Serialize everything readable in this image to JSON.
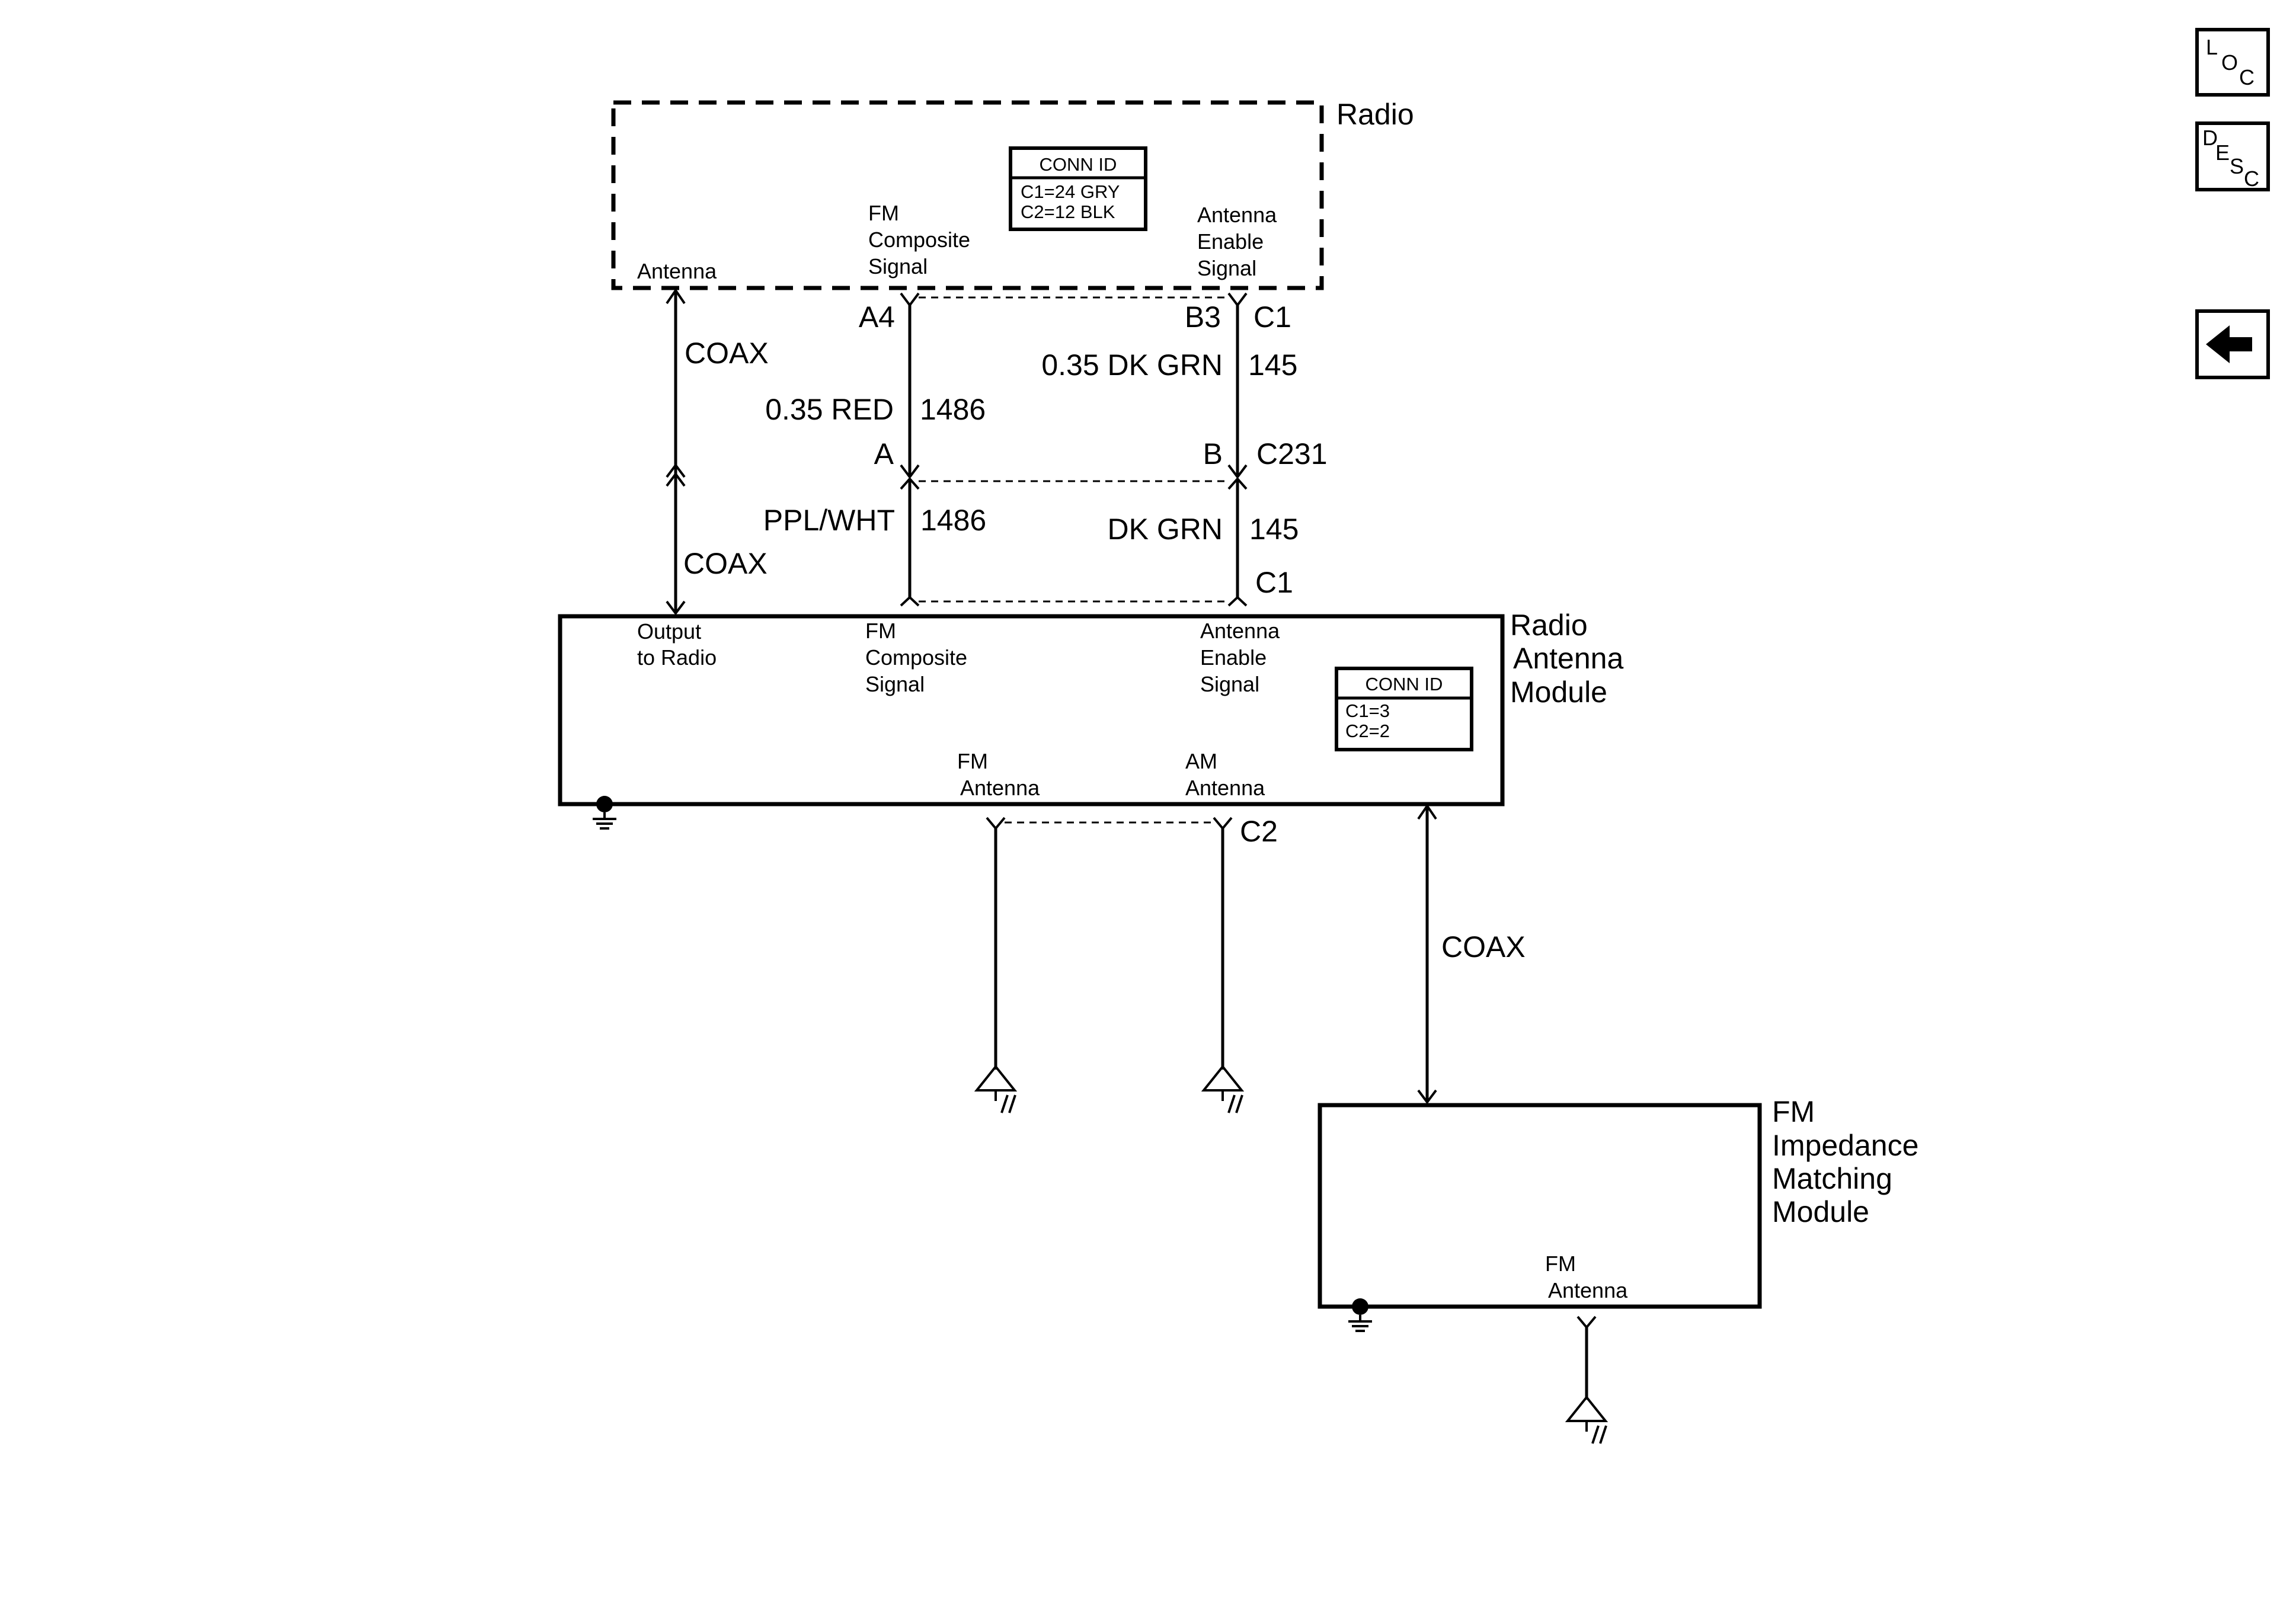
{
  "radio": {
    "title": "Radio",
    "antenna_label": "Antenna",
    "fm_composite": [
      "FM",
      "Composite",
      "Signal"
    ],
    "antenna_enable": [
      "Antenna",
      "Enable",
      "Signal"
    ],
    "conn_id": {
      "header": "CONN ID",
      "lines": [
        "C1=24 GRY",
        "C2=12 BLK"
      ]
    }
  },
  "wires": {
    "coax_upper": "COAX",
    "coax_lower": "COAX",
    "coax_right": "COAX",
    "fm_pin_radio": "A4",
    "enable_pin_radio": "B3",
    "enable_conn_radio": "C1",
    "fm_wire_upper_color": "0.35 RED",
    "fm_wire_upper_circuit": "1486",
    "enable_wire_upper_color": "0.35 DK GRN",
    "enable_wire_upper_circuit": "145",
    "inline_pin_a": "A",
    "inline_pin_b": "B",
    "inline_connector": "C231",
    "fm_wire_lower_color": "PPL/WHT",
    "fm_wire_lower_circuit": "1486",
    "enable_wire_lower_color": "DK GRN",
    "enable_wire_lower_circuit": "145",
    "module_conn_c1": "C1",
    "module_conn_c2": "C2"
  },
  "antenna_module": {
    "title": [
      "Radio",
      "Antenna",
      "Module"
    ],
    "output_to_radio": [
      "Output",
      "to Radio"
    ],
    "fm_composite": [
      "FM",
      "Composite",
      "Signal"
    ],
    "antenna_enable": [
      "Antenna",
      "Enable",
      "Signal"
    ],
    "fm_antenna": [
      "FM",
      "Antenna"
    ],
    "am_antenna": [
      "AM",
      "Antenna"
    ],
    "conn_id": {
      "header": "CONN ID",
      "lines": [
        "C1=3",
        "C2=2"
      ]
    }
  },
  "impedance_module": {
    "title": [
      "FM",
      "Impedance",
      "Matching",
      "Module"
    ],
    "fm_antenna": [
      "FM",
      "Antenna"
    ]
  },
  "nav": {
    "loc_letters": [
      "L",
      "O",
      "C"
    ],
    "desc_letters": [
      "D",
      "E",
      "S",
      "C"
    ],
    "back_icon": "arrow-left-icon"
  }
}
